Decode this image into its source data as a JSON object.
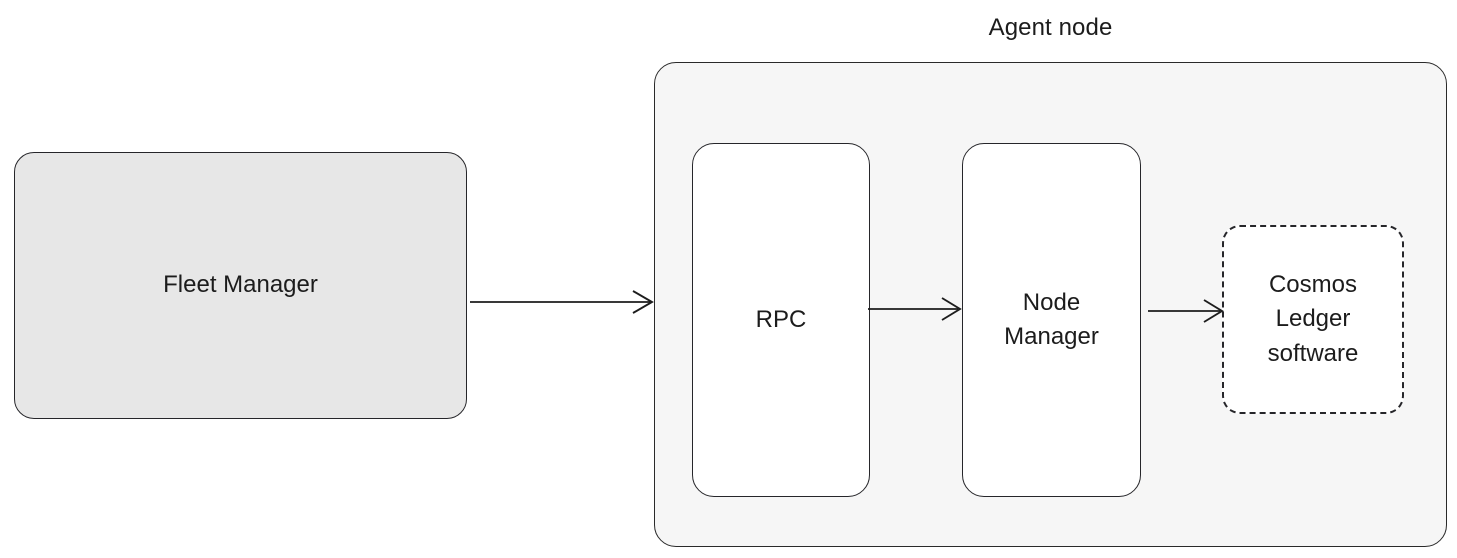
{
  "diagram": {
    "title": "Agent node",
    "background_color": "#ffffff",
    "nodes": {
      "fleet_manager": {
        "label": "Fleet Manager",
        "fill": "#e7e7e7",
        "border_style": "solid"
      },
      "agent_node_group": {
        "label": "Agent node",
        "fill": "#f6f6f6",
        "border_style": "solid"
      },
      "rpc": {
        "label": "RPC",
        "fill": "#ffffff",
        "border_style": "solid"
      },
      "node_manager": {
        "label": "Node\nManager",
        "fill": "#ffffff",
        "border_style": "solid"
      },
      "cosmos_ledger": {
        "label": "Cosmos\nLedger\nsoftware",
        "fill": "#ffffff",
        "border_style": "dashed"
      }
    },
    "edges": [
      {
        "name": "fleet-manager-to-agent-node",
        "from": "fleet_manager",
        "to": "agent_node_group",
        "style": "arrow"
      },
      {
        "name": "rpc-to-node-manager",
        "from": "rpc",
        "to": "node_manager",
        "style": "arrow"
      },
      {
        "name": "node-manager-to-cosmos-ledger",
        "from": "node_manager",
        "to": "cosmos_ledger",
        "style": "arrow"
      }
    ],
    "stroke_color": "#1d1d1d",
    "text_color": "#1c1c1c"
  }
}
